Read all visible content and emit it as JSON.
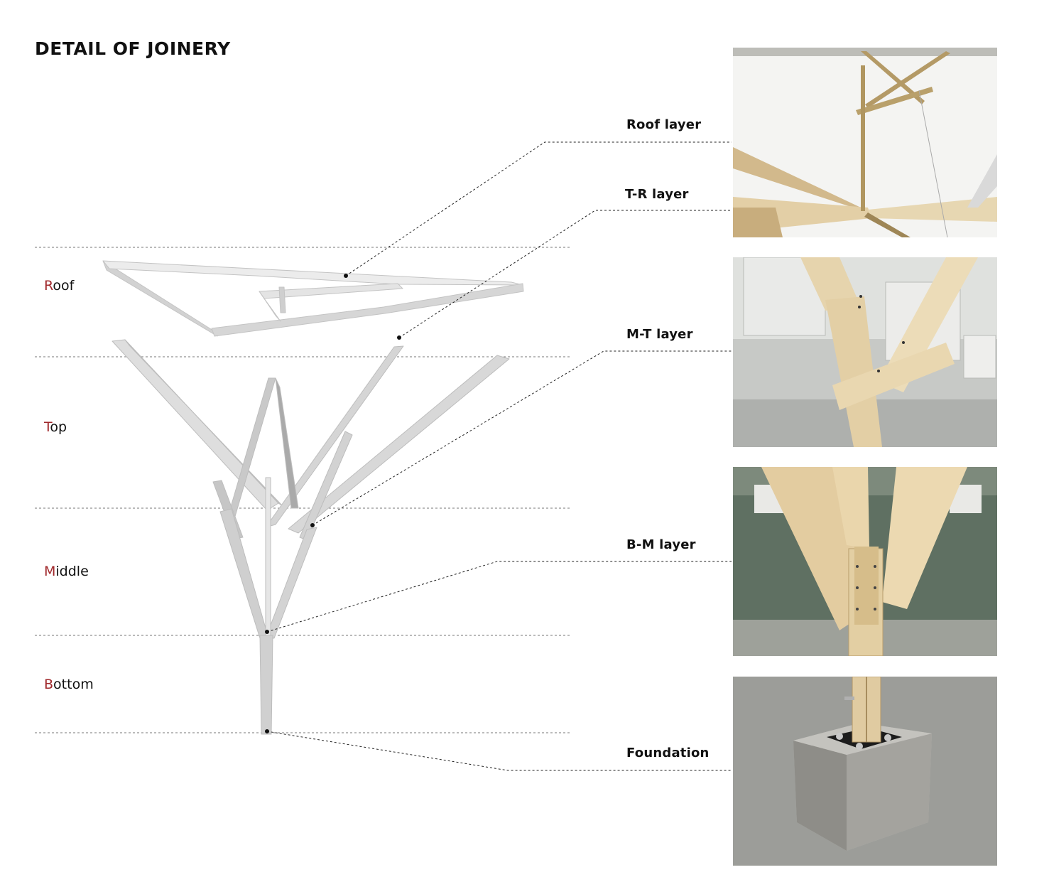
{
  "title": "DETAIL OF JOINERY",
  "layers": [
    {
      "initial": "R",
      "rest": "oof"
    },
    {
      "initial": "T",
      "rest": "op"
    },
    {
      "initial": "M",
      "rest": "iddle"
    },
    {
      "initial": "B",
      "rest": "ottom"
    }
  ],
  "callouts": {
    "roof": "Roof layer",
    "tr": "T-R layer",
    "mt": "M-T layer",
    "bm": "B-M layer",
    "foundation": "Foundation"
  },
  "colors": {
    "accent": "#a0282b",
    "timber": "#dcdcdc",
    "wood": "#e6d3aa"
  }
}
